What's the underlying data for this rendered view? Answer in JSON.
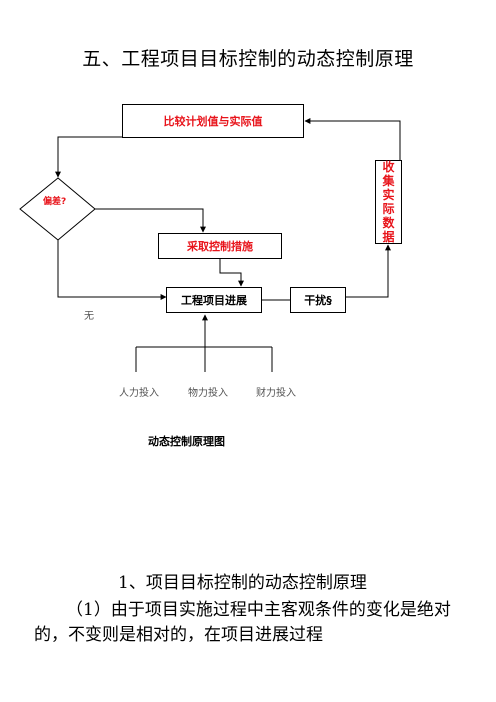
{
  "title": "五、工程项目目标控制的动态控制原理",
  "diagram": {
    "compare_box": "比较计划值与实际值",
    "deviation_diamond": "偏差?",
    "measures_box": "采取控制措施",
    "progress_box": "工程项目进展",
    "interference_box": "干扰§",
    "collect_box": [
      "收",
      "集",
      "实",
      "际",
      "数",
      "据"
    ],
    "no_label": "无",
    "inputs": [
      "人力投入",
      "物力投入",
      "财力投入"
    ],
    "caption": "动态控制原理图"
  },
  "section": {
    "heading": "1、项目目标控制的动态控制原理",
    "paragraph": "（1）由于项目实施过程中主客观条件的变化是绝对的，不变则是相对的，在项目进展过程"
  }
}
